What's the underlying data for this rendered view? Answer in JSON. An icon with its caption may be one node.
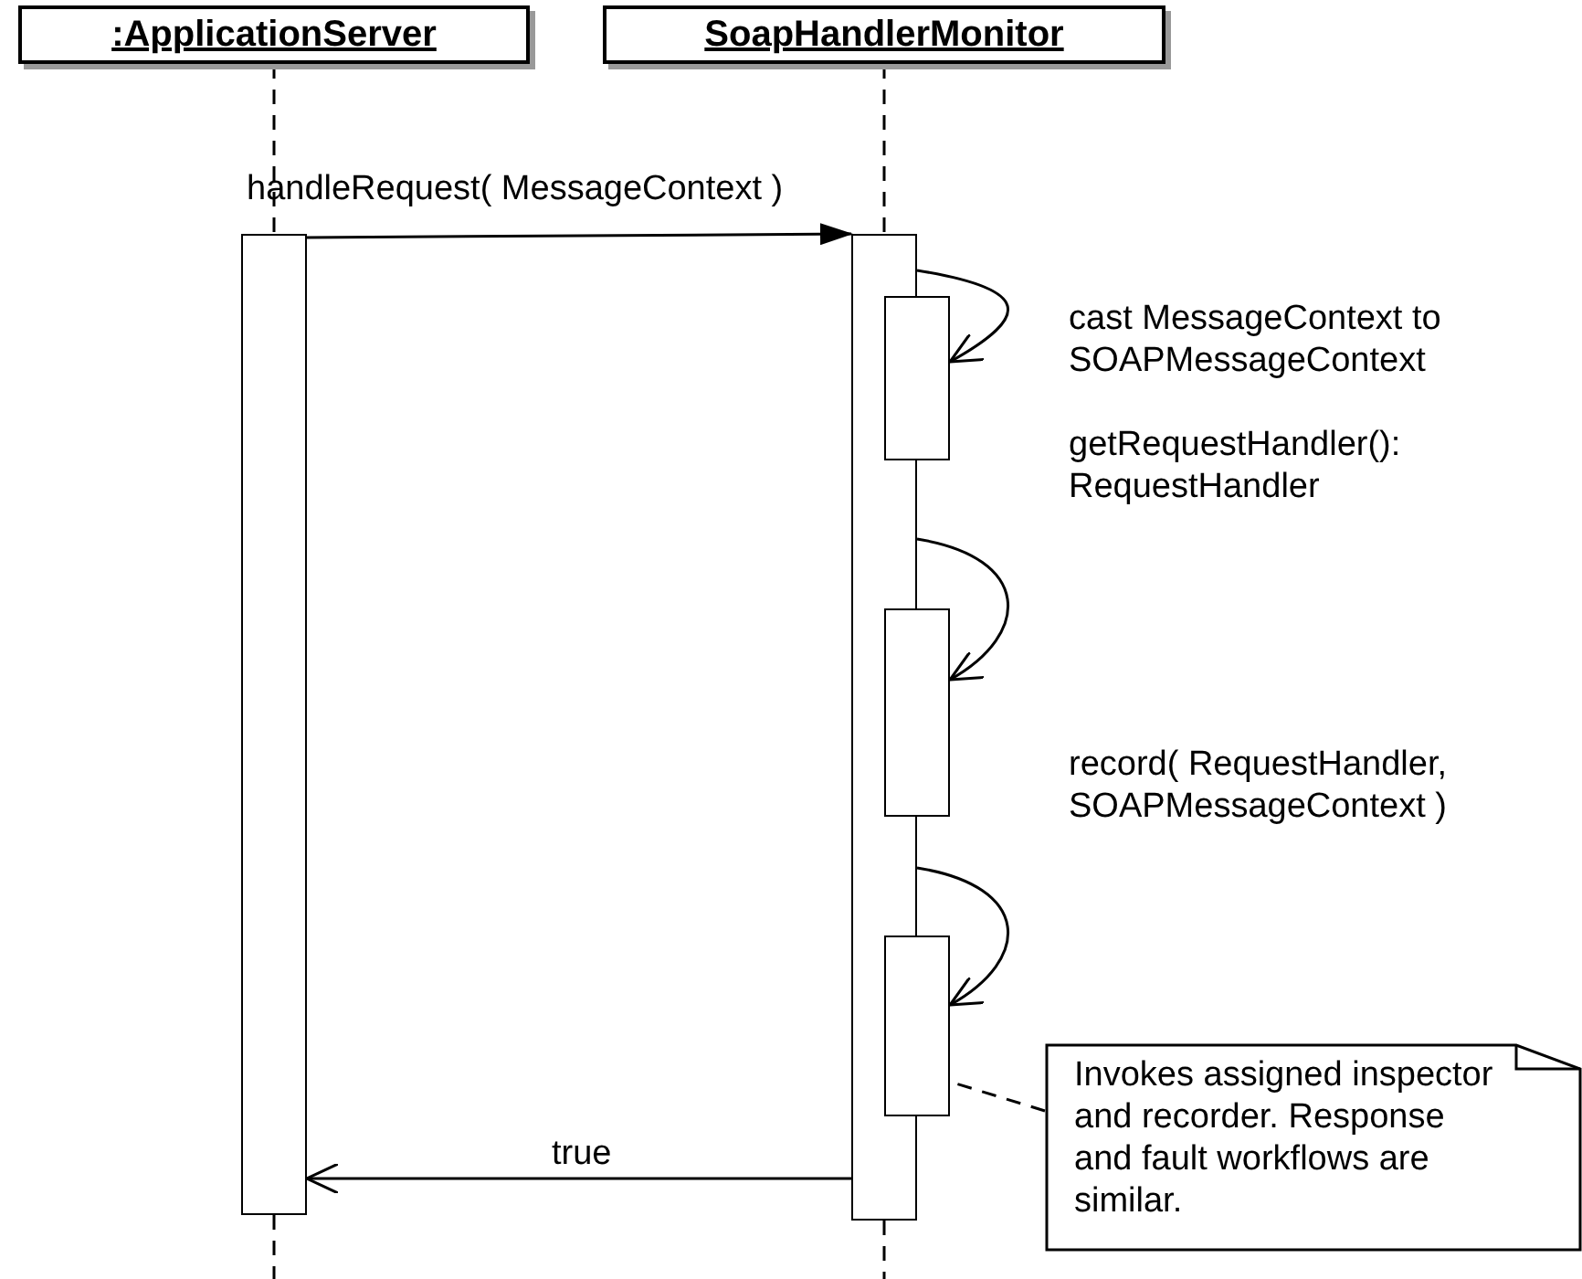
{
  "diagram": {
    "nodes": [
      {
        "text": [
          ":ApplicationServer"
        ]
      },
      {
        "text": [
          "SoapHandlerMonitor"
        ]
      },
      {
        "text": [],
        "shape": "bar"
      },
      {
        "text": [],
        "shape": "bar"
      },
      {
        "text": [],
        "shape": "bar"
      },
      {
        "text": [],
        "shape": "bar"
      },
      {
        "text": [],
        "shape": "bar"
      },
      {
        "text": [
          "Invokes assigned inspector and recorder. Response and fault workflows are similar."
        ]
      }
    ],
    "edges": [
      {
        "from": 0,
        "to": 2,
        "arrow": "none",
        "style": "dashed"
      },
      {
        "from": 1,
        "to": 3,
        "arrow": "none",
        "style": "dashed"
      },
      {
        "from": 2,
        "to": 3,
        "arrow": "to",
        "label": "handleRequest( MessageContext )"
      },
      {
        "from": 3,
        "to": 4,
        "arrow": "to",
        "label": "cast MessageContext to SOAPMessageContext"
      },
      {
        "from": 3,
        "to": 5,
        "arrow": "to",
        "label": "getRequestHandler(): RequestHandler"
      },
      {
        "from": 3,
        "to": 6,
        "arrow": "to",
        "label": "record( RequestHandler, SOAPMessageContext )"
      },
      {
        "from": 3,
        "to": 2,
        "arrow": "to",
        "label": "true"
      },
      {
        "from": 7,
        "to": 6,
        "arrow": "none",
        "style": "dashed"
      }
    ]
  }
}
